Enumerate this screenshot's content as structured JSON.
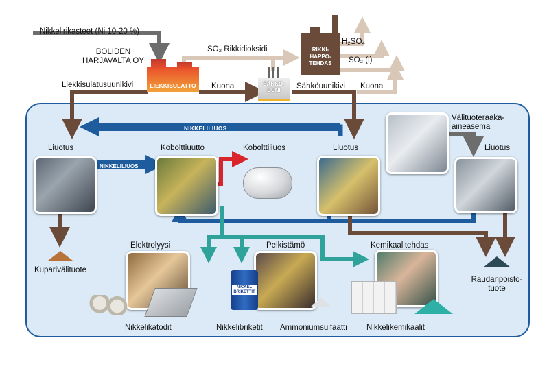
{
  "top": {
    "raw_material": "Nikkelirikasteet (Ni 10-20 %)",
    "company_line1": "BOLIDEN",
    "company_line2": "HARJAVALTA OY",
    "so2_line": "SO₂ Rikkidioksidi",
    "acid_plant": [
      "RIKKI-",
      "HAPPO-",
      "TEHDAS"
    ],
    "h2so4": "H₂SO₄",
    "so2_liquid": "SO₂ (l)",
    "flash_smelter": "LIEKKISULATTO",
    "electric_furnace": [
      "SÄHKÖ-",
      "UUNI"
    ],
    "flash_matte": "Liekkisulatusuunikivi",
    "slag_1": "Kuona",
    "electric_matte": "Sähköuunikivi",
    "slag_2": "Kuona"
  },
  "panel": {
    "nickel_solution_top": "NIKKELILIUOS",
    "nickel_solution_mid": "NIKKELILIUOS",
    "leaching_1": "Liuotus",
    "cobalt_extraction": "Kobolttiuutto",
    "cobalt_solution": "Kobolttiliuos",
    "leaching_2": "Liuotus",
    "intermediate_station": [
      "Välituoteraaka-",
      "aineasema"
    ],
    "leaching_3": "Liuotus",
    "copper_product": [
      "Kuparivälituote"
    ],
    "electrolysis": "Elektrolyysi",
    "reduction": "Pelkistämö",
    "chemical_plant": "Kemikaalitehdas",
    "iron_removal_product": [
      "Raudanpoisto-",
      "tuote"
    ],
    "nickel_cathodes": "Nikkelikatodit",
    "nickel_briquettes": "Nikkelibriketit",
    "ammonium_sulphate": "Ammoniumsulfaatti",
    "nickel_chemicals": "Nikkelikemikaalit",
    "drum_label": [
      "NICKEL",
      "BRIKETTIT"
    ]
  },
  "colors": {
    "flow_brown": "#6a4b3a",
    "flow_grey": "#666666",
    "gas_beige": "#d9c7b8",
    "flow_blue": "#1e5c9e",
    "flow_teal": "#2fa39a",
    "flow_red": "#d9242b",
    "panel_bg": "#dbeaf6"
  }
}
